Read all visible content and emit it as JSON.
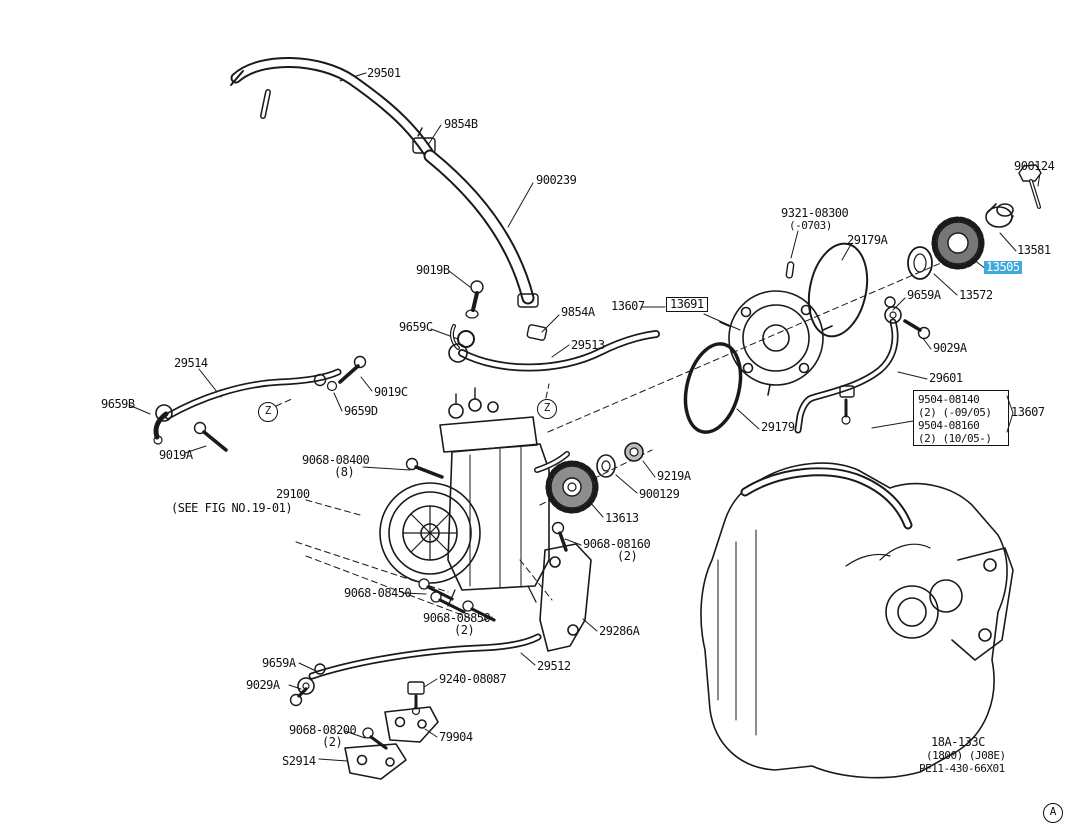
{
  "diagram": {
    "type": "exploded-parts-diagram",
    "highlight_color": "#3FA9DC",
    "labels": [
      "29501",
      "9854B",
      "900239",
      "900124",
      "9321-08300",
      "(-0703)",
      "29179A",
      "13581",
      "13505",
      "9659A",
      "13572",
      "9019B",
      "9659C",
      "9854A",
      "13607",
      "13691",
      "29513",
      "9029A",
      "29601",
      "29514",
      "9019C",
      "9659B",
      "9659D",
      "9019A",
      "9504-08140",
      "(2) (-09/05)",
      "9504-08160",
      "(2) (10/05-)",
      "13607",
      "29179",
      "9068-08400",
      "(8)",
      "29100",
      "(SEE FIG NO.19-01)",
      "9219A",
      "900129",
      "13613",
      "9068-08160",
      "(2)",
      "9068-08450",
      "9068-08850",
      "(2)",
      "29286A",
      "29512",
      "9659A",
      "9029A",
      "9240-08087",
      "9068-08200",
      "(2)",
      "79904",
      "S2914"
    ],
    "markers": {
      "z": "Z",
      "page": "A"
    },
    "footer": {
      "code": "18A-133C",
      "variant": "(1800) (J08E)",
      "plate": "PE11-430-66X01"
    }
  }
}
